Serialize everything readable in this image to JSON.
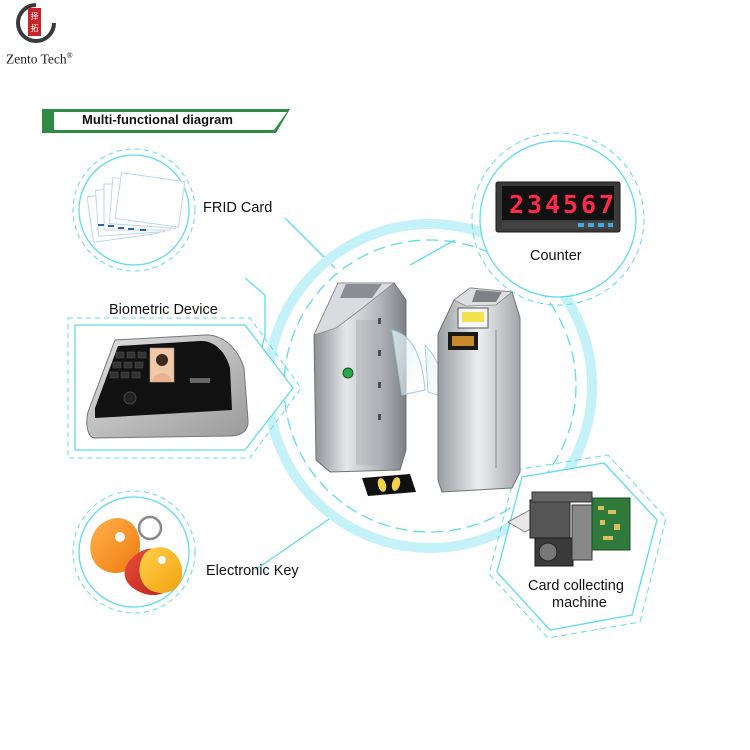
{
  "brand": {
    "name": "Zento Tech",
    "trademark": "®",
    "logo_chars": "择拓"
  },
  "banner": {
    "title": "Multi-functional diagram"
  },
  "devices": {
    "frid_card": "FRID Card",
    "biometric_device": "Biometric Device",
    "electronic_key": "Electronic Key",
    "counter": "Counter",
    "card_collecting_line1": "Card collecting",
    "card_collecting_line2": "machine"
  },
  "counter_display": {
    "digits": [
      "2",
      "3",
      "4",
      "5",
      "6",
      "7"
    ]
  },
  "colors": {
    "cyan": "#5fdcee",
    "banner_green": "#2f8a43",
    "digit_red": "#ff2a4a",
    "steel": "#b9bcc0"
  }
}
